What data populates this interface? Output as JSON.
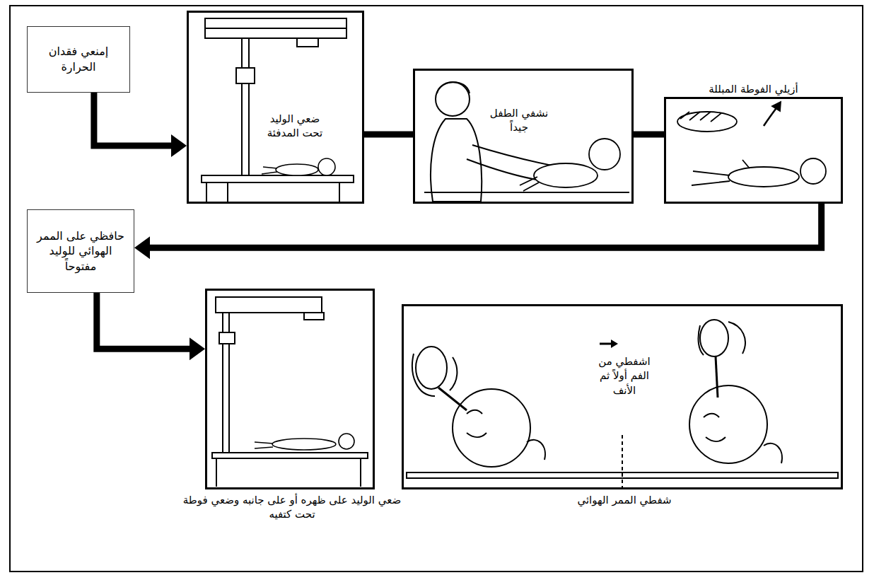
{
  "diagram": {
    "nodes": [
      {
        "text": [
          "إمنعي فقدان الحرارة"
        ]
      },
      {
        "text": [
          "ضعي الوليد تحت المدفئة"
        ]
      },
      {
        "text": [
          "نشفي الطفل جيداً"
        ]
      },
      {
        "text": [
          "أزيلي الفوطة المبللة"
        ]
      },
      {
        "text": [
          "حافظي على الممر الهوائي للوليد مفتوحاً"
        ]
      },
      {
        "text": [
          "ضعي الوليد على ظهره أو على جانبه وضعي فوطة تحت كتفيه"
        ]
      },
      {
        "text": [
          "اشفطي من الفم أولاً ثم الأنف",
          "شفطي الممر الهوائي"
        ]
      }
    ],
    "edges": [
      {
        "from": 0,
        "to": 1,
        "arrow": "to"
      },
      {
        "from": 1,
        "to": 2,
        "arrow": "none"
      },
      {
        "from": 2,
        "to": 3,
        "arrow": "none"
      },
      {
        "from": 3,
        "to": 4,
        "arrow": "to"
      },
      {
        "from": 4,
        "to": 5,
        "arrow": "to"
      }
    ]
  }
}
